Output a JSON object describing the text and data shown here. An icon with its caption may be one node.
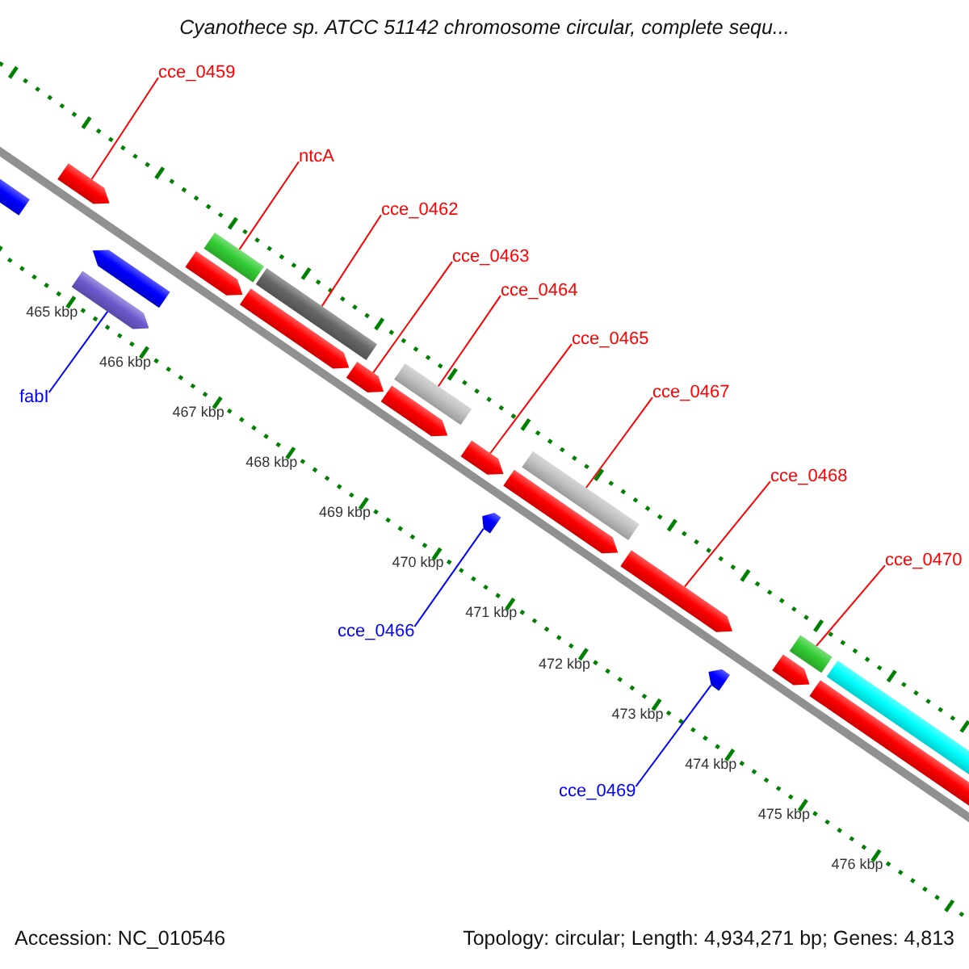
{
  "diagram": {
    "title": "Cyanothece sp. ATCC 51142 chromosome circular, complete sequ...",
    "nodes": [
      {
        "text": [
          "cce_0459"
        ]
      },
      {
        "text": [
          "fabI"
        ]
      },
      {
        "text": [
          "ntcA"
        ]
      },
      {
        "text": [
          "cce_0462"
        ]
      },
      {
        "text": [
          "cce_0463"
        ]
      },
      {
        "text": [
          "cce_0464"
        ]
      },
      {
        "text": [
          "cce_0465"
        ]
      },
      {
        "text": [
          "cce_0466"
        ]
      },
      {
        "text": [
          "cce_0467"
        ]
      },
      {
        "text": [
          "cce_0468"
        ]
      },
      {
        "text": [
          "cce_0469"
        ]
      },
      {
        "text": [
          "cce_0470"
        ]
      },
      {
        "text": [],
        "shape": "bar"
      },
      {
        "text": [],
        "shape": "bar"
      },
      {
        "text": [],
        "shape": "bar"
      },
      {
        "text": [],
        "shape": "bar"
      },
      {
        "text": [],
        "shape": "bar"
      },
      {
        "text": [],
        "shape": "bar"
      },
      {
        "text": [],
        "shape": "bar"
      },
      {
        "text": [],
        "shape": "bar"
      },
      {
        "text": [],
        "shape": "bar"
      },
      {
        "text": [],
        "shape": "bar"
      },
      {
        "text": [],
        "shape": "bar"
      },
      {
        "text": [],
        "shape": "bar"
      }
    ],
    "edges": [
      {
        "from": 0,
        "to": 12,
        "arrow": "none"
      },
      {
        "from": 1,
        "to": 13,
        "arrow": "none",
        "color": "#0000ff"
      },
      {
        "from": 2,
        "to": 14,
        "arrow": "none"
      },
      {
        "from": 3,
        "to": 15,
        "arrow": "none"
      },
      {
        "from": 4,
        "to": 16,
        "arrow": "none"
      },
      {
        "from": 5,
        "to": 17,
        "arrow": "none"
      },
      {
        "from": 6,
        "to": 18,
        "arrow": "none"
      },
      {
        "from": 7,
        "to": 19,
        "arrow": "none",
        "color": "#0000ff"
      },
      {
        "from": 8,
        "to": 20,
        "arrow": "none"
      },
      {
        "from": 9,
        "to": 21,
        "arrow": "none"
      },
      {
        "from": 10,
        "to": 22,
        "arrow": "none",
        "color": "#0000ff"
      },
      {
        "from": 11,
        "to": 23,
        "arrow": "none"
      }
    ],
    "labels": [
      "465 kbp",
      "466 kbp",
      "467 kbp",
      "468 kbp",
      "469 kbp",
      "470 kbp",
      "471 kbp",
      "472 kbp",
      "473 kbp",
      "474 kbp",
      "475 kbp",
      "476 kbp",
      "Accession: NC_010546",
      "Topology: circular; Length: 4,934,271 bp; Genes: 4,813"
    ]
  }
}
